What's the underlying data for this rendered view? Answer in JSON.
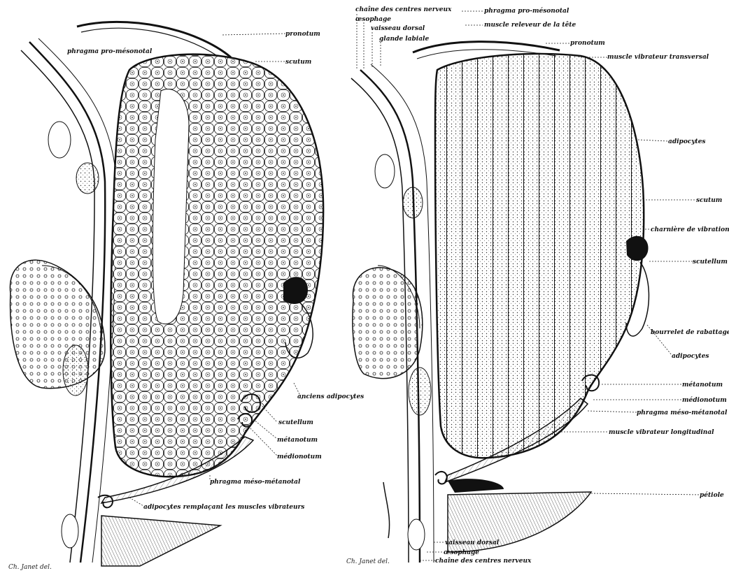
{
  "left_figure": {
    "labels": {
      "pronotum": "pronotum",
      "phragma_pro_mesonotal": "phragma pro-mésonotal",
      "scutum": "scutum",
      "anciens_adipocytes": "anciens adipocytes",
      "scutellum": "scutellum",
      "metanotum": "métanotum",
      "medionotum": "médionotum",
      "phragma_meso_metanotal": "phragma méso-métanotal",
      "adipocytes_remplacant": "adipocytes remplaçant les muscles vibrateurs"
    },
    "signature": "Ch. Janet del."
  },
  "right_figure": {
    "labels": {
      "chaine_centres_nerveux_top": "chaîne des centres nerveux",
      "oesophage_top": "œsophage",
      "vaisseau_dorsal_top": "vaisseau dorsal",
      "glande_labiale": "glande labiale",
      "phragma_pro_mesonotal": "phragma pro-mésonotal",
      "muscle_releveur_tete": "muscle releveur de la tête",
      "pronotum": "pronotum",
      "muscle_vibrateur_transversal": "muscle vibrateur transversal",
      "adipocytes_upper": "adipocytes",
      "scutum": "scutum",
      "charniere_vibration": "charnière de vibration",
      "scutellum": "scutellum",
      "bourrelet": "bourrelet de rabattage",
      "adipocytes_lower": "adipocytes",
      "metanotum": "métanotum",
      "medionotum": "médionotum",
      "phragma_meso_metanotal": "phragma méso-métanotal",
      "muscle_vibrateur_longitudinal": "muscle vibrateur longitudinal",
      "petiole": "pétiole",
      "vaisseau_dorsal_bottom": "vaisseau dorsal",
      "oesophage_bottom": "œsophage",
      "chaine_centres_nerveux_bottom": "chaîne des centres nerveux"
    },
    "signature": "Ch. Janet del."
  }
}
